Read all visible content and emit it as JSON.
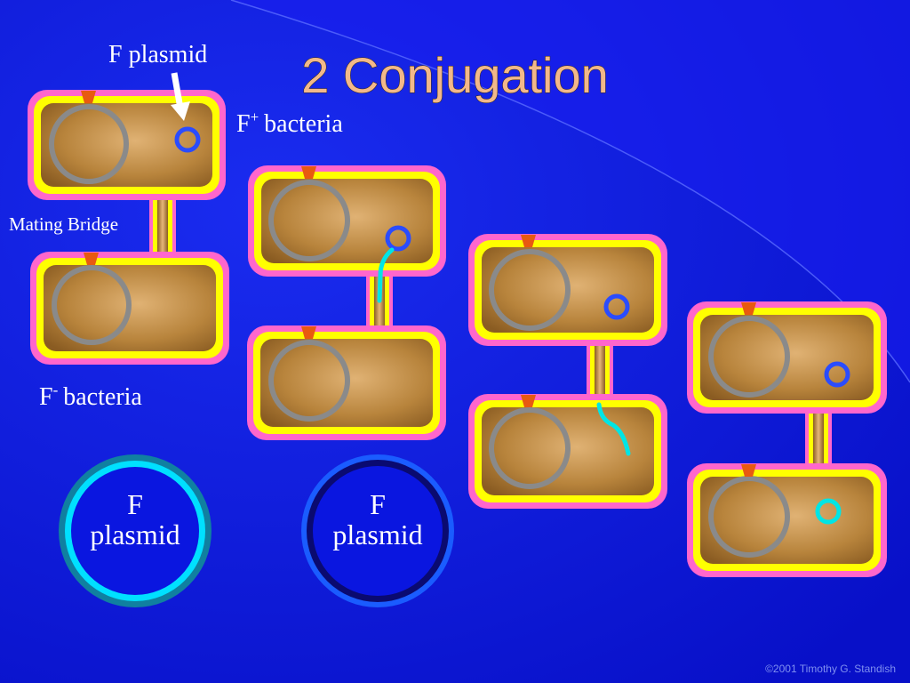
{
  "slide": {
    "title": "2 Conjugation",
    "credit": "©2001 Timothy G. Standish"
  },
  "labels": {
    "f_plasmid_pointer": "F plasmid",
    "f_plus_prefix": "F",
    "f_plus_sup": "+",
    "f_plus_suffix": "bacteria",
    "mating_bridge": "Mating Bridge",
    "f_minus_prefix": "F",
    "f_minus_sup": "-",
    "f_minus_suffix": "bacteria"
  },
  "legend": {
    "single_strand": {
      "line1": "F",
      "line2": "plasmid",
      "ring_color": "#00e5ff"
    },
    "double_strand": {
      "line1": "F",
      "line2": "plasmid",
      "ring_color": "#1a5cff"
    }
  },
  "colors": {
    "background": "#0a16e0",
    "cell_membrane_outer": "#ff66cc",
    "cell_membrane_inner": "#ffff00",
    "cytoplasm": "#c08a40",
    "chromosome": "#8a8a8a",
    "plasmid_ds": "#2a4cff",
    "plasmid_ss": "#00e5e5",
    "pilus_base": "#e85a10"
  },
  "icons": [
    "arrow-pointer-icon",
    "pilus-base-icon"
  ]
}
